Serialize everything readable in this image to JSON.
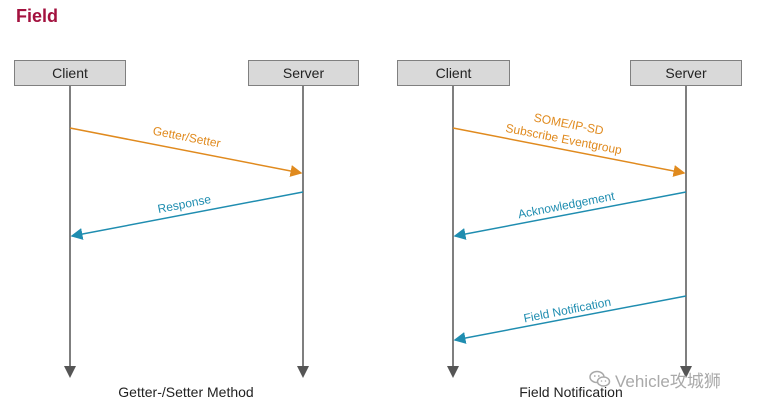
{
  "title": "Field",
  "left_diagram": {
    "client_label": "Client",
    "server_label": "Server",
    "request_label": "Getter/Setter",
    "response_label": "Response",
    "caption": "Getter-/Setter Method"
  },
  "right_diagram": {
    "client_label": "Client",
    "server_label": "Server",
    "subscribe_label_1": "SOME/IP-SD",
    "subscribe_label_2": "Subscribe Eventgroup",
    "ack_label": "Acknowledgement",
    "notification_label": "Field Notification",
    "caption": "Field Notification"
  },
  "watermark": {
    "text": "Vehicle攻城狮",
    "icon": "wechat-icon"
  },
  "colors": {
    "title": "#a3123f",
    "request_arrow": "#e08a1e",
    "response_arrow": "#1f8db0",
    "lifeline": "#555555",
    "actor_fill": "#d9d9d9"
  }
}
